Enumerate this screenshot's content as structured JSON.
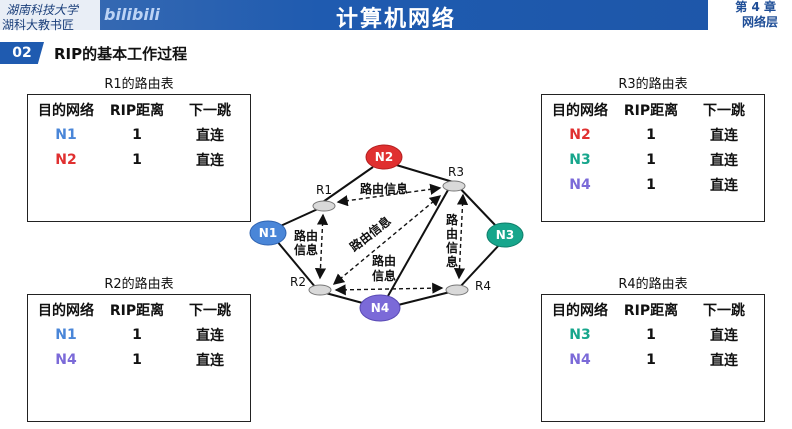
{
  "header": {
    "logo_line1": "湖南科技大学",
    "logo_line2": "湖科大教书匠",
    "watermark": "bilibili",
    "title": "计算机网络",
    "chapter_line1": "第 4 章",
    "chapter_line2": "网络层"
  },
  "section": {
    "number": "02",
    "title": "RIP的基本工作过程"
  },
  "columns": {
    "dest": "目的网络",
    "dist": "RIP距离",
    "next": "下一跳"
  },
  "colors": {
    "N1": "#4a86d8",
    "N2": "#e03030",
    "N3": "#17a68c",
    "N4": "#7b6ad8",
    "header_blue": "#1f5bb0"
  },
  "tables": {
    "r1": {
      "label": "R1的路由表",
      "rows": [
        {
          "dest": "N1",
          "dist": "1",
          "next": "直连"
        },
        {
          "dest": "N2",
          "dist": "1",
          "next": "直连"
        }
      ]
    },
    "r2": {
      "label": "R2的路由表",
      "rows": [
        {
          "dest": "N1",
          "dist": "1",
          "next": "直连"
        },
        {
          "dest": "N4",
          "dist": "1",
          "next": "直连"
        }
      ]
    },
    "r3": {
      "label": "R3的路由表",
      "rows": [
        {
          "dest": "N2",
          "dist": "1",
          "next": "直连"
        },
        {
          "dest": "N3",
          "dist": "1",
          "next": "直连"
        },
        {
          "dest": "N4",
          "dist": "1",
          "next": "直连"
        }
      ]
    },
    "r4": {
      "label": "R4的路由表",
      "rows": [
        {
          "dest": "N3",
          "dist": "1",
          "next": "直连"
        },
        {
          "dest": "N4",
          "dist": "1",
          "next": "直连"
        }
      ]
    }
  },
  "diagram": {
    "routers": {
      "r1": "R1",
      "r2": "R2",
      "r3": "R3",
      "r4": "R4"
    },
    "networks": {
      "n1": "N1",
      "n2": "N2",
      "n3": "N3",
      "n4": "N4"
    },
    "labels": {
      "top": "路由信息",
      "diag": "路由信息",
      "left_1": "路由",
      "left_2": "信息",
      "mid_1": "路由",
      "mid_2": "信息",
      "right_1": "路",
      "right_2": "由",
      "right_3": "信",
      "right_4": "息"
    }
  }
}
